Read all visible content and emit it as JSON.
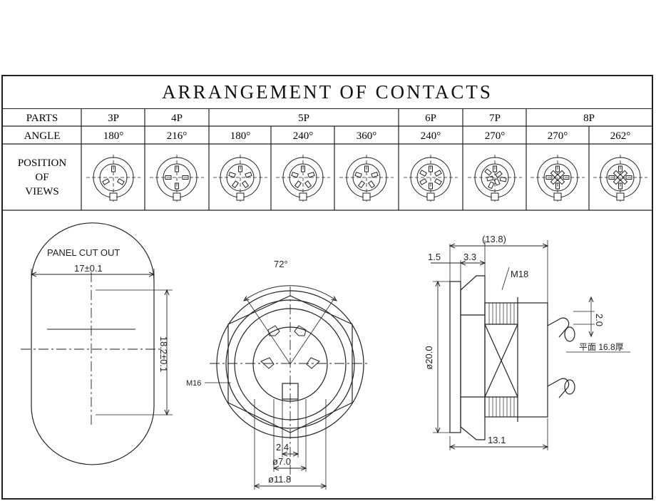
{
  "title": "ARRANGEMENT OF CONTACTS",
  "table": {
    "row_labels": {
      "parts": "PARTS",
      "angle": "ANGLE",
      "position": [
        "POSITION",
        "OF",
        "VIEWS"
      ]
    },
    "parts": [
      "3P",
      "4P",
      "5P",
      "6P",
      "7P",
      "8P"
    ],
    "angles": [
      "180°",
      "216°",
      "180°",
      "240°",
      "360°",
      "240°",
      "270°",
      "270°",
      "262°"
    ]
  },
  "drawing": {
    "panel_cut_out": "PANEL CUT OUT",
    "width_dim": "17±0.1",
    "height_dim": "18.2±0.1",
    "angle_72": "72°",
    "m16": "M16",
    "dim_2_4": "2.4",
    "dim_phi7": "ø7.0",
    "dim_phi11_8": "ø11.8",
    "dim_13_8": "(13.8)",
    "dim_1_5": "1.5",
    "dim_3_3": "3.3",
    "m18": "M18",
    "dim_2_0": "2.0",
    "flat_note": "平面 16.8厚",
    "dim_phi20": "ø20.0",
    "dim_13_1": "13.1"
  }
}
